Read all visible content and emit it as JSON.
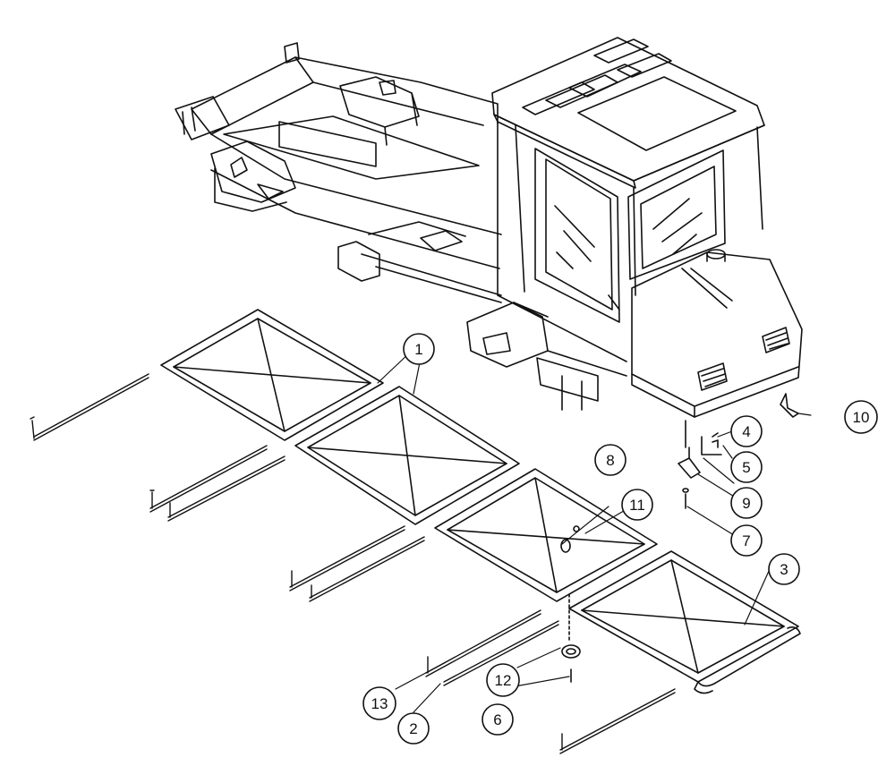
{
  "diagram": {
    "type": "exploded-parts-view",
    "line_color": "#111111",
    "fill_color": "#ffffff",
    "callouts": [
      {
        "id": "1",
        "label": "1"
      },
      {
        "id": "2",
        "label": "2"
      },
      {
        "id": "3",
        "label": "3"
      },
      {
        "id": "4",
        "label": "4"
      },
      {
        "id": "5",
        "label": "5"
      },
      {
        "id": "6",
        "label": "6"
      },
      {
        "id": "7",
        "label": "7"
      },
      {
        "id": "8",
        "label": "8"
      },
      {
        "id": "9",
        "label": "9"
      },
      {
        "id": "10",
        "label": "10"
      },
      {
        "id": "11",
        "label": "11"
      },
      {
        "id": "12",
        "label": "12"
      },
      {
        "id": "13",
        "label": "13"
      }
    ]
  }
}
